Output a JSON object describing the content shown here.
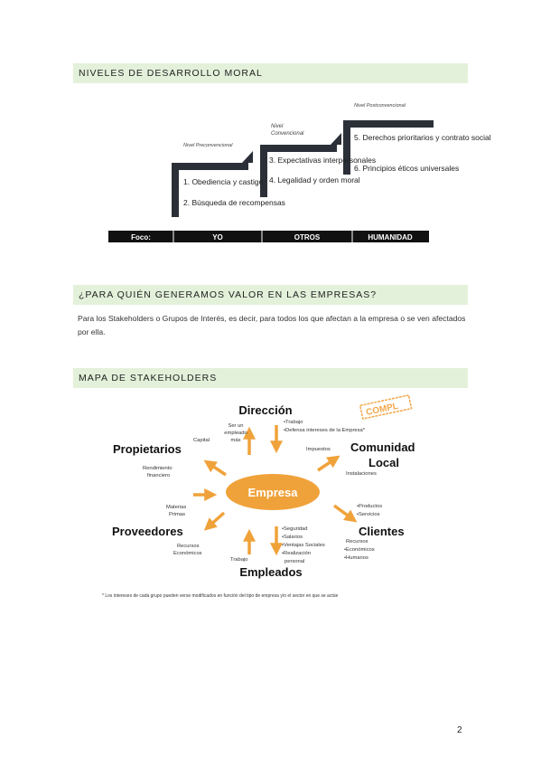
{
  "sections": {
    "moral": "NIVELES DE DESARROLLO MORAL",
    "para_quien": "¿PARA QUIÉN GENERAMOS VALOR EN LAS EMPRESAS?",
    "mapa": "MAPA DE STAKEHOLDERS"
  },
  "paragraph": "Para los Stakeholders o Grupos de Interés, es decir, para todos los que afectan a la empresa o se ven afectados por ella.",
  "moral_chart": {
    "levels": [
      {
        "label": "Nivel Preconvencional",
        "items": [
          "1. Obediencia y castigo",
          "2. Búsqueda de recompensas"
        ]
      },
      {
        "label_line1": "Nivel",
        "label_line2": "Convencional",
        "items": [
          "3. Expectativas interpersonales",
          "4. Legalidad y orden moral"
        ]
      },
      {
        "label": "Nivel Postconvencional",
        "items": [
          "5. Derechos prioritarios y contrato social",
          "6. Principios éticos universales"
        ]
      }
    ],
    "focus_bar": [
      "Foco:",
      "YO",
      "OTROS",
      "HUMANIDAD"
    ]
  },
  "stakeholder_map": {
    "center": "Empresa",
    "stamp": "COMPL",
    "nodes": {
      "direccion": "Dirección",
      "propietarios": "Propietarios",
      "comunidad_line1": "Comunidad",
      "comunidad_line2": "Local",
      "proveedores": "Proveedores",
      "clientes": "Clientes",
      "empleados": "Empleados"
    },
    "labels": {
      "ser_empleado": [
        "Ser un",
        "empleado",
        "más"
      ],
      "trabajo_top": "•Trabajo",
      "defensa": "•Defensa intereses de la Empresa*",
      "capital": "Capital",
      "impuestos": "Impuestos",
      "rendimiento": [
        "Rendimiento",
        "financiero"
      ],
      "instalaciones": "Instalaciones",
      "materias": [
        "Materias",
        "Primas"
      ],
      "productos": [
        "•Productos",
        "•Servicios"
      ],
      "recursos_eco": [
        "Recursos",
        "Económicos"
      ],
      "recursos_cli": [
        "Recursos",
        "•Económicos",
        "•Humanos"
      ],
      "trabajo_bottom": "Trabajo",
      "empleados_list": [
        "•Seguridad",
        "•Salarios",
        "•Ventajas Sociales",
        "•Realización",
        "personal"
      ]
    },
    "footnote": "* Los intereses de cada grupo pueden verse modificados en función del tipo de empresa y/o el sector en que se actúe"
  },
  "page_number": "2",
  "colors": {
    "band": "#e3f1da",
    "stair": "#2b3038",
    "orange": "#f0a23a",
    "stamp": "#f3a84b"
  }
}
